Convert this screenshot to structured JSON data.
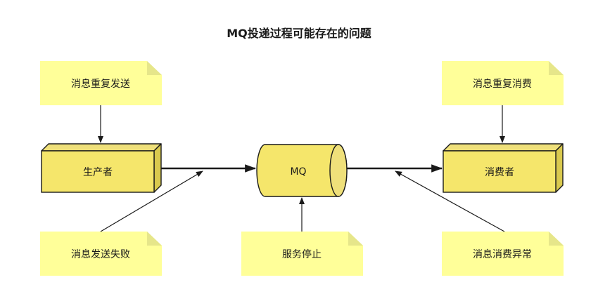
{
  "title": "MQ投递过程可能存在的问题",
  "nodes": {
    "producer": "生产者",
    "mq": "MQ",
    "consumer": "消费者"
  },
  "notes": {
    "duplicate_send": "消息重复发送",
    "send_failure": "消息发送失败",
    "service_stop": "服务停止",
    "duplicate_consume": "消息重复消费",
    "consume_exception": "消息消费异常"
  },
  "colors": {
    "note_fill": "#ffff99",
    "note_fold": "#e6e68a",
    "box_front": "#f5e66b",
    "box_side": "#d9c94e",
    "box_top": "#efe07a",
    "stroke": "#1a1a1a"
  }
}
